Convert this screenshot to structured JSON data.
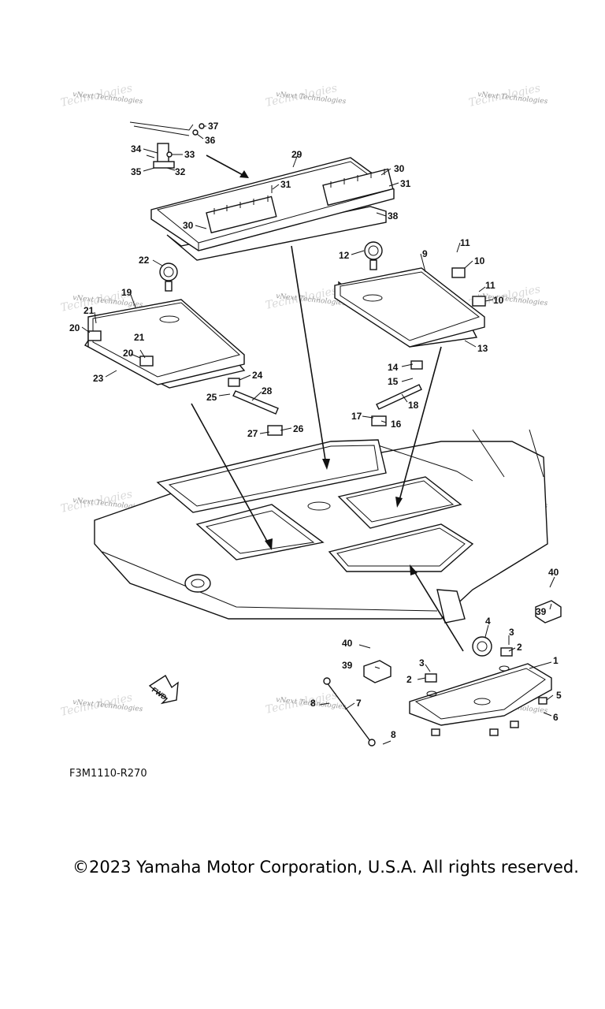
{
  "diagram": {
    "drawing_code": "F3M1110-R270",
    "copyright": "©2023 Yamaha Motor Corporation, U.S.A. All rights reserved.",
    "watermark": "vNext Technologies",
    "fwd_label": "FWD",
    "callouts": {
      "c1": "1",
      "c2": "2",
      "c2b": "2",
      "c3": "3",
      "c3b": "3",
      "c4": "4",
      "c5": "5",
      "c6": "6",
      "c7": "7",
      "c8": "8",
      "c8b": "8",
      "c9": "9",
      "c10": "10",
      "c10b": "10",
      "c11": "11",
      "c11b": "11",
      "c12": "12",
      "c13": "13",
      "c14": "14",
      "c15": "15",
      "c16": "16",
      "c17": "17",
      "c18": "18",
      "c19": "19",
      "c20": "20",
      "c20b": "20",
      "c21": "21",
      "c21b": "21",
      "c22": "22",
      "c23": "23",
      "c24": "24",
      "c25": "25",
      "c26": "26",
      "c27": "27",
      "c28": "28",
      "c29": "29",
      "c30": "30",
      "c30b": "30",
      "c31": "31",
      "c31b": "31",
      "c32": "32",
      "c33": "33",
      "c34": "34",
      "c35": "35",
      "c36": "36",
      "c37": "37",
      "c38": "38",
      "c39": "39",
      "c39b": "39",
      "c40": "40",
      "c40b": "40"
    }
  }
}
